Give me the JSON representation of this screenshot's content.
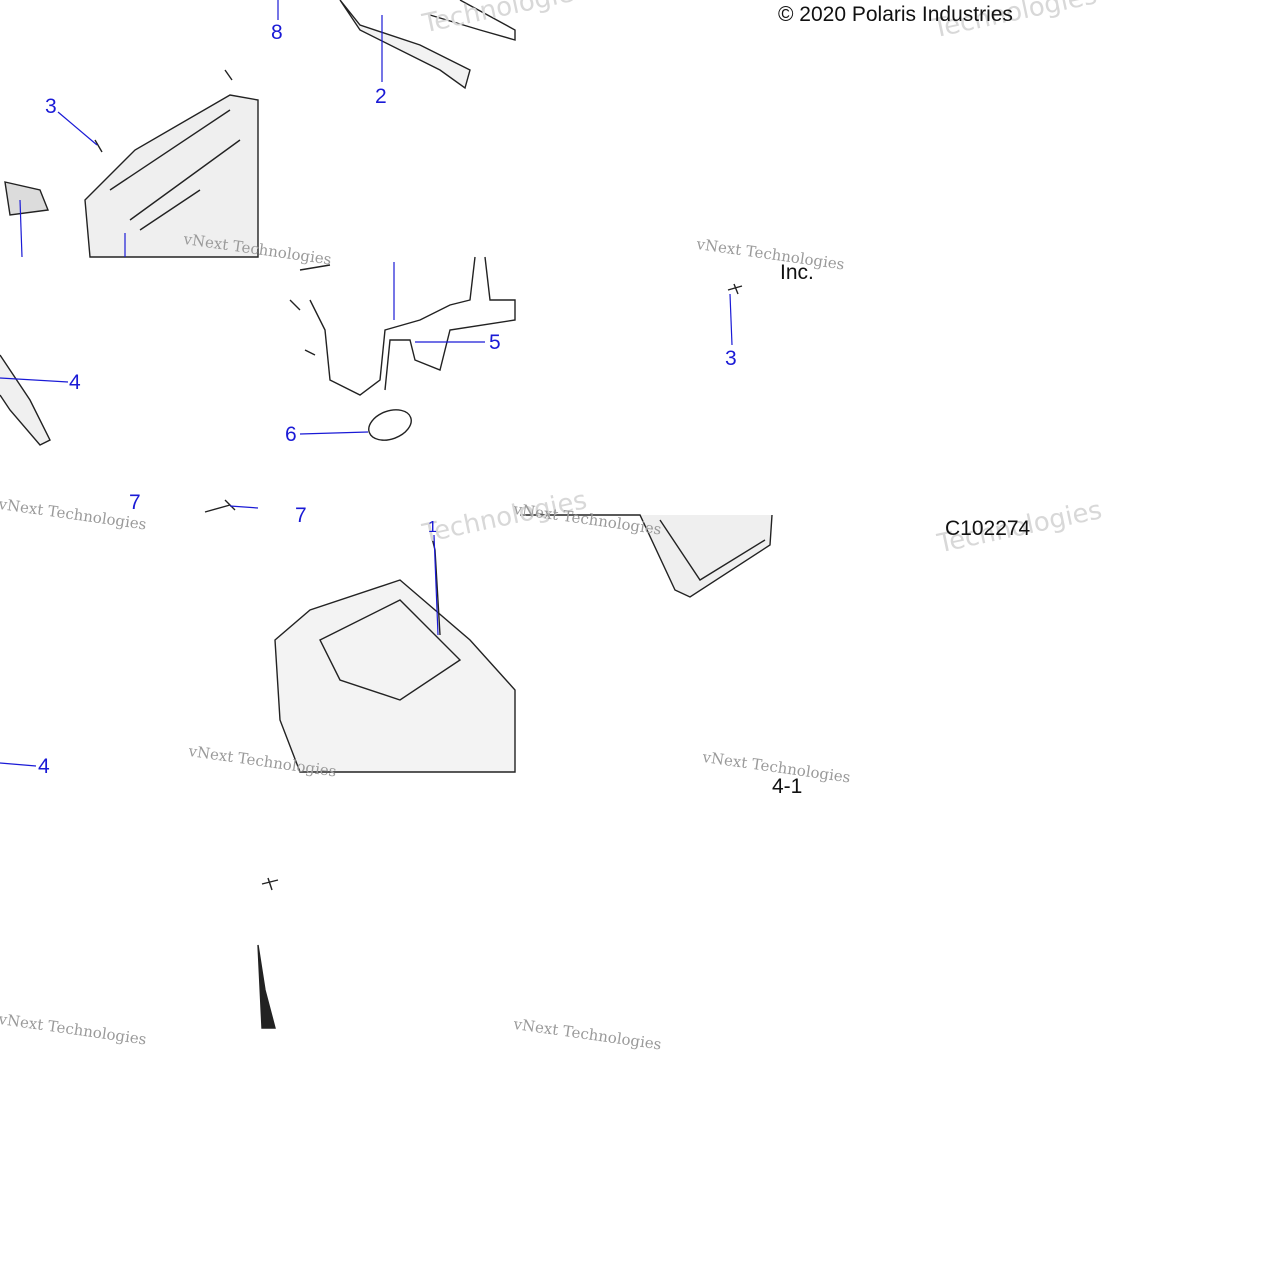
{
  "copyright": "© 2020 Polaris Industries",
  "inc_text": "Inc.",
  "figure_code": "C102274",
  "page_code": "4-1",
  "watermark_small": "vNext Technologies",
  "watermark_big": "Technologies",
  "callouts": [
    "8",
    "2",
    "3",
    "3",
    "5",
    "4",
    "6",
    "7",
    "7",
    "4",
    "1"
  ]
}
